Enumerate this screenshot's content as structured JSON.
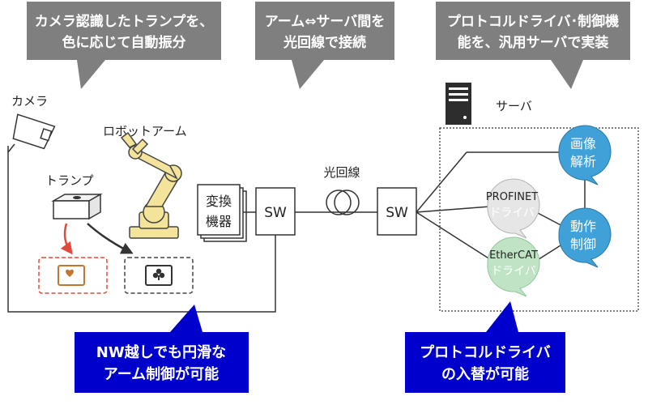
{
  "callouts": {
    "camera_sort": [
      "カメラ認識したトランプを、",
      "色に応じて自動振分"
    ],
    "optical": [
      "アーム⇔サーバ間を",
      "光回線で接続"
    ],
    "server_impl": [
      "プロトコルドライバ･制御機",
      "能を、汎用サーバで実装"
    ],
    "nw_control": [
      "NW越しでも円滑な",
      "アーム制御が可能"
    ],
    "driver_swap": [
      "プロトコルドライバ",
      "の入替が可能"
    ]
  },
  "labels": {
    "camera": "カメラ",
    "robot_arm": "ロボットアーム",
    "cards": "トランプ",
    "converter": [
      "変換",
      "機器"
    ],
    "sw_left": "SW",
    "sw_right": "SW",
    "optical_line": "光回線",
    "server": "サーバ",
    "image_analysis": [
      "画像",
      "解析"
    ],
    "motion_control": [
      "動作",
      "制御"
    ],
    "profinet": [
      "PROFINET",
      "ドライバ"
    ],
    "ethercat": [
      "EtherCAT",
      "ドライバ"
    ]
  },
  "colors": {
    "callout_gray": "#7f7f7f",
    "callout_blue": "#0000cc",
    "bubble_blue": "#3fa1d8",
    "bubble_green": "#bfe3c4",
    "card_red": "#e04a3a",
    "arm_yellow": "#f4e39a"
  }
}
